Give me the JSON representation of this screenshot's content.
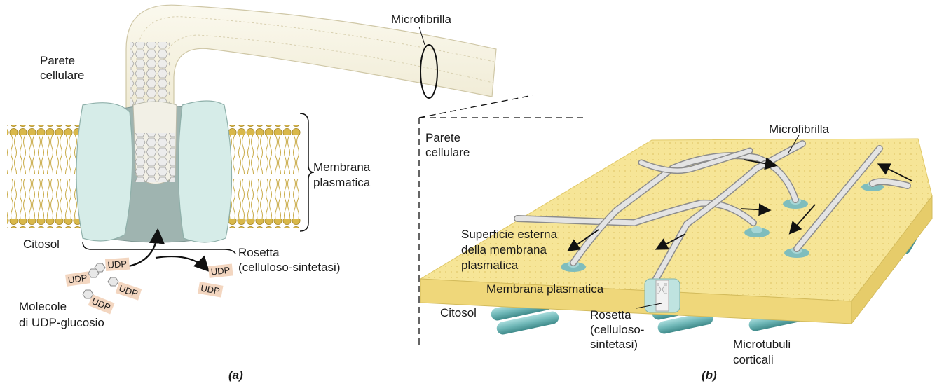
{
  "panel_a": {
    "caption": "(a)",
    "labels": {
      "microfibrilla": "Microfibrilla",
      "parete_1": "Parete",
      "parete_2": "cellulare",
      "membrana_1": "Membrana",
      "membrana_2": "plasmatica",
      "citosol": "Citosol",
      "rosetta_1": "Rosetta",
      "rosetta_2": "(celluloso-sintetasi)",
      "molecole_1": "Molecole",
      "molecole_2": "di UDP-glucosio"
    },
    "udp_tag": "UDP"
  },
  "panel_b": {
    "caption": "(b)",
    "labels": {
      "parete_1": "Parete",
      "parete_2": "cellulare",
      "microfibrilla": "Microfibrilla",
      "superficie_1": "Superficie esterna",
      "superficie_2": "della membrana",
      "superficie_3": "plasmatica",
      "membrana": "Membrana plasmatica",
      "citosol": "Citosol",
      "rosetta_1": "Rosetta",
      "rosetta_2": "(celluloso-",
      "rosetta_3": "sintetasi)",
      "microtubuli_1": "Microtubuli",
      "microtubuli_2": "corticali"
    }
  },
  "colors": {
    "membrane": "#f3df86",
    "head": "#d9b84a",
    "protein": "#d8eeea",
    "protein_dark": "#a9c9c3",
    "fibril": "#f5f1df",
    "tubule": "#7fc4c4",
    "udp_box": "#f3d6c0"
  }
}
